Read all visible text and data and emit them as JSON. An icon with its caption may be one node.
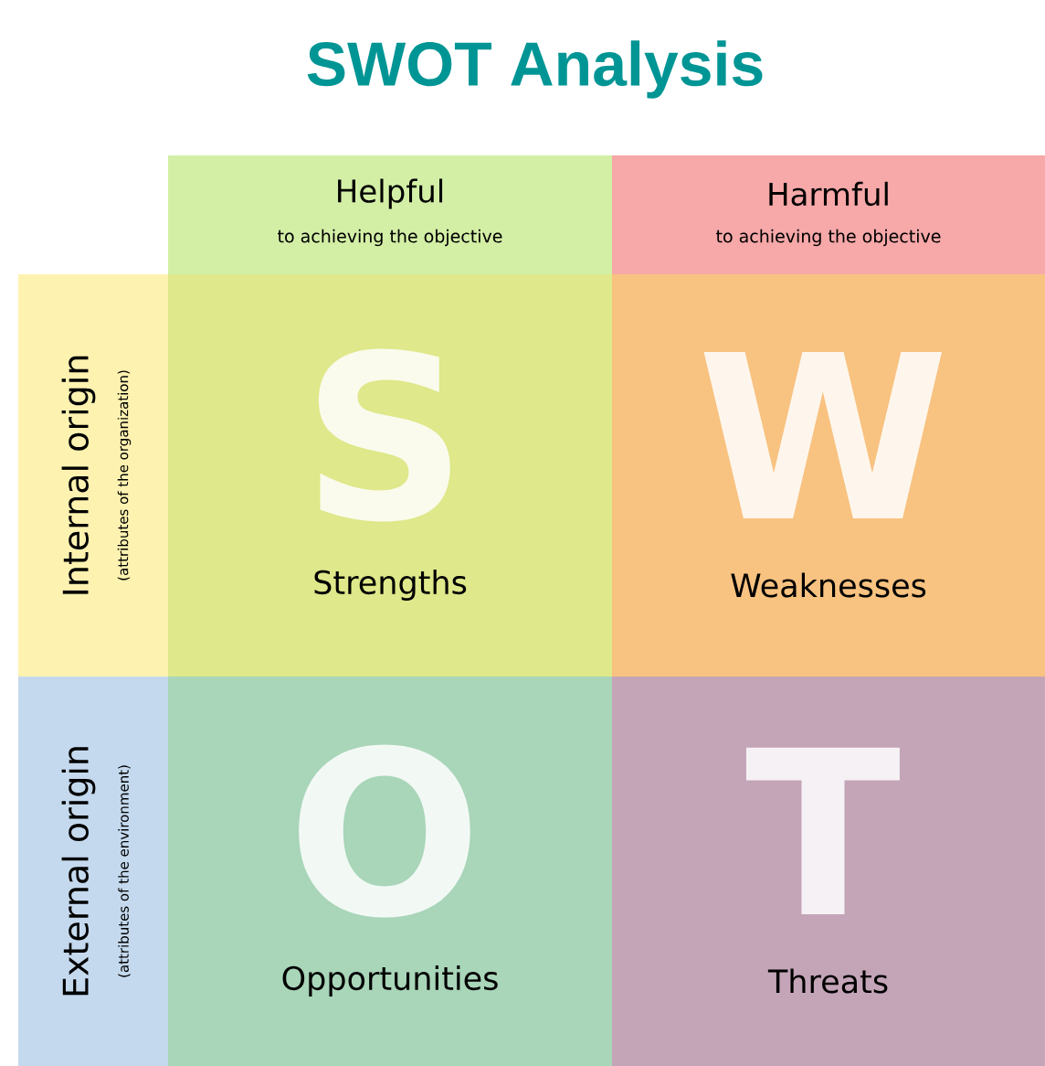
{
  "diagram": {
    "title": "SWOT Analysis",
    "nodes": [
      {
        "text": [
          "Helpful",
          "to achieving the objective"
        ]
      },
      {
        "text": [
          "Harmful",
          "to achieving the objective"
        ]
      },
      {
        "text": [
          "Internal origin",
          "(attributes of the organization)"
        ]
      },
      {
        "text": [
          "S",
          "Strengths"
        ]
      },
      {
        "text": [
          "W",
          "Weaknesses"
        ]
      },
      {
        "text": [
          "External origin",
          "(attributes of the environment)"
        ]
      },
      {
        "text": [
          "O",
          "Opportunities"
        ]
      },
      {
        "text": [
          "T",
          "Threats"
        ]
      }
    ]
  }
}
